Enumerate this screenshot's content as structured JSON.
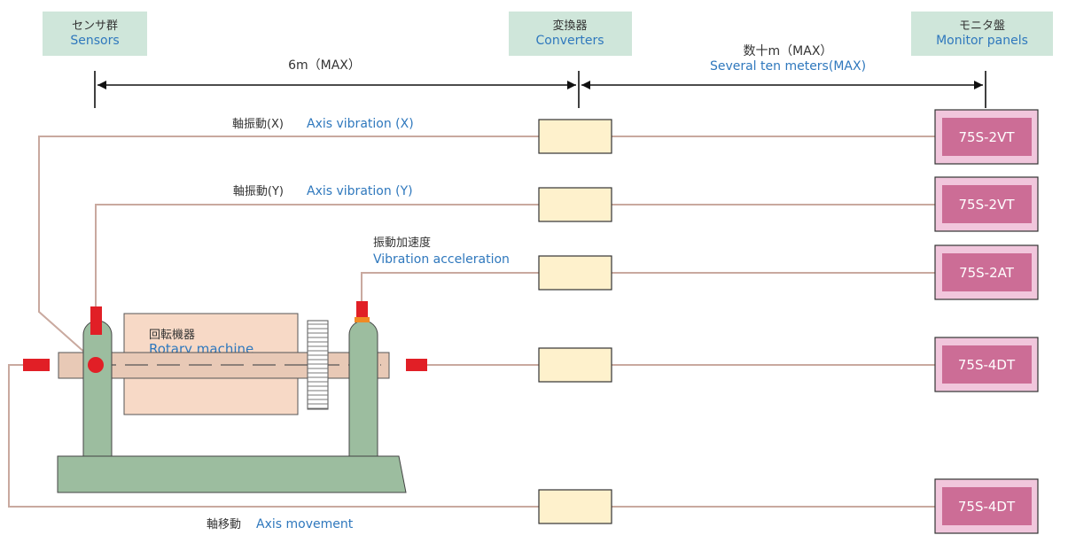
{
  "colors": {
    "header_bg": "#cfe6da",
    "blue_text": "#2f78bd",
    "dark_text": "#333333",
    "wire": "#c9a99f",
    "converter_fill": "#fef1cc",
    "panel_outer": "#f1c6dc",
    "panel_inner": "#cc6d96",
    "machine_fill": "#f7d9c6",
    "shaft_fill": "#e8c9b6",
    "frame_fill": "#9cbd9f",
    "sensor_red": "#e11f26",
    "sensor_orange": "#f08a24"
  },
  "headers": {
    "sensors": {
      "jp": "センサ群",
      "en": "Sensors"
    },
    "converters": {
      "jp": "変換器",
      "en": "Converters"
    },
    "monitors": {
      "jp": "モニタ盤",
      "en": "Monitor panels"
    }
  },
  "distances": {
    "sensor_to_converter": "6m（MAX）",
    "converter_to_monitor_jp": "数十m（MAX）",
    "converter_to_monitor_en": "Several ten meters(MAX)"
  },
  "channels": [
    {
      "jp": "軸振動(X)",
      "en": "Axis vibration (X)",
      "panel": "75S-2VT"
    },
    {
      "jp": "軸振動(Y)",
      "en": "Axis vibration (Y)",
      "panel": "75S-2VT"
    },
    {
      "jp": "振動加速度",
      "en": "Vibration acceleration",
      "panel": "75S-2AT"
    },
    {
      "jp": "",
      "en": "",
      "panel": "75S-4DT"
    },
    {
      "jp": "軸移動",
      "en": "Axis movement",
      "panel": "75S-4DT"
    }
  ],
  "machine": {
    "jp": "回転機器",
    "en": "Rotary machine"
  }
}
